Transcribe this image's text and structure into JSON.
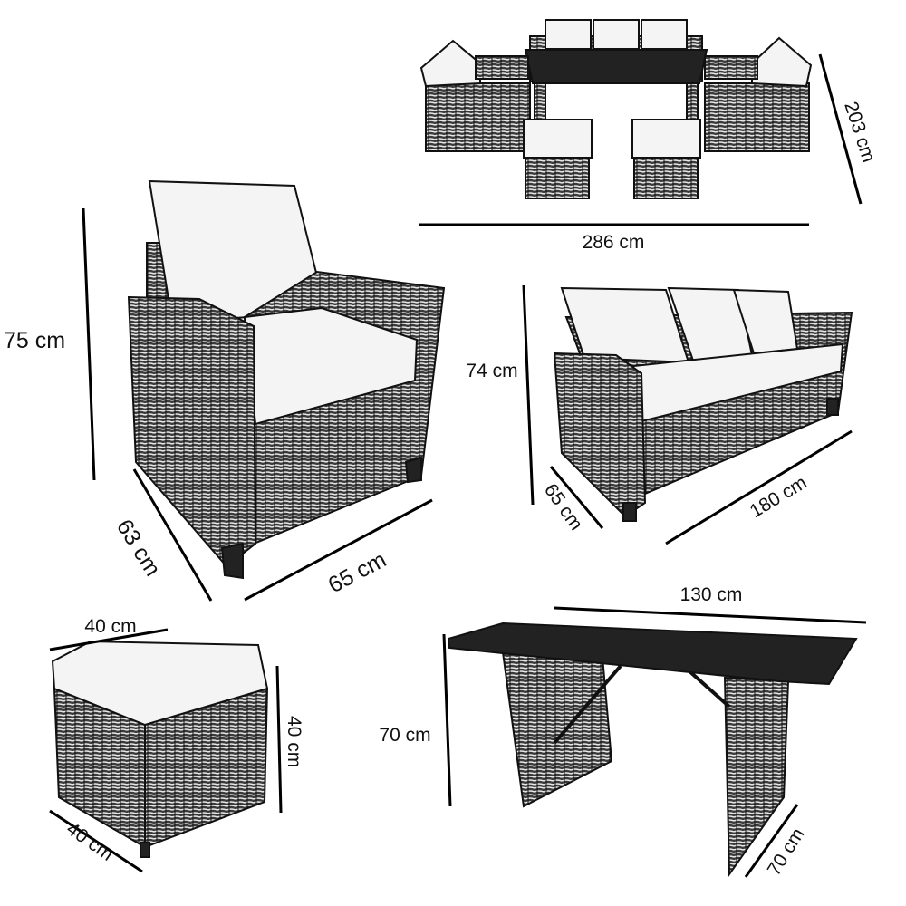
{
  "title": "Garden furniture set dimensions",
  "colors": {
    "line": "#000000",
    "cushion": "#f4f4f4",
    "wicker": "#333333"
  },
  "set": {
    "depth_label": "203 cm",
    "width_label": "286 cm"
  },
  "armchair": {
    "height_label": "75 cm",
    "depth_label": "63 cm",
    "width_label": "65 cm"
  },
  "sofa": {
    "height_label": "74 cm",
    "depth_label": "65 cm",
    "width_label": "180 cm"
  },
  "ottoman": {
    "width_label": "40 cm",
    "height_label": "40 cm",
    "depth_label": "40 cm"
  },
  "table": {
    "width_label": "130 cm",
    "height_label": "70 cm",
    "depth_label": "70 cm"
  }
}
